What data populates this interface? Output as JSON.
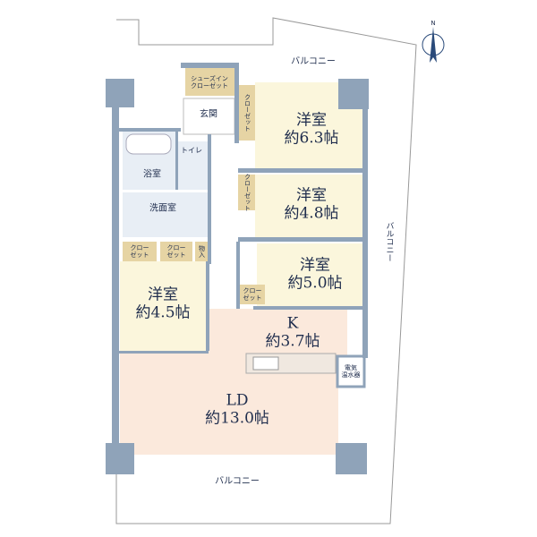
{
  "colors": {
    "wall": "#8fa3b9",
    "room": "#fbf6dc",
    "ld": "#fbe9dc",
    "closet": "#e6d4a4",
    "wet": "#e8eef5",
    "text": "#1f2d4d"
  },
  "compass": {
    "label": "N"
  },
  "balconies": {
    "top": "バルコニー",
    "right": "バルコニー",
    "bottom": "バルコニー"
  },
  "rooms": {
    "western1": {
      "name": "洋室",
      "size": "約6.3帖"
    },
    "western2": {
      "name": "洋室",
      "size": "約4.8帖"
    },
    "western3": {
      "name": "洋室",
      "size": "約5.0帖"
    },
    "western4": {
      "name": "洋室",
      "size": "約4.5帖"
    },
    "kitchen": {
      "name": "K",
      "size": "約3.7帖"
    },
    "ld": {
      "name": "LD",
      "size": "約13.0帖"
    },
    "entrance": "玄関",
    "toilet": "トイレ",
    "bath": "浴室",
    "washroom": "洗面室",
    "shoe_closet": [
      "シューズイン",
      "クローゼット"
    ],
    "closet_a": "クロー",
    "closet_b": "ゼット",
    "storage": "物入",
    "water_heater": [
      "電気",
      "温水器"
    ]
  }
}
